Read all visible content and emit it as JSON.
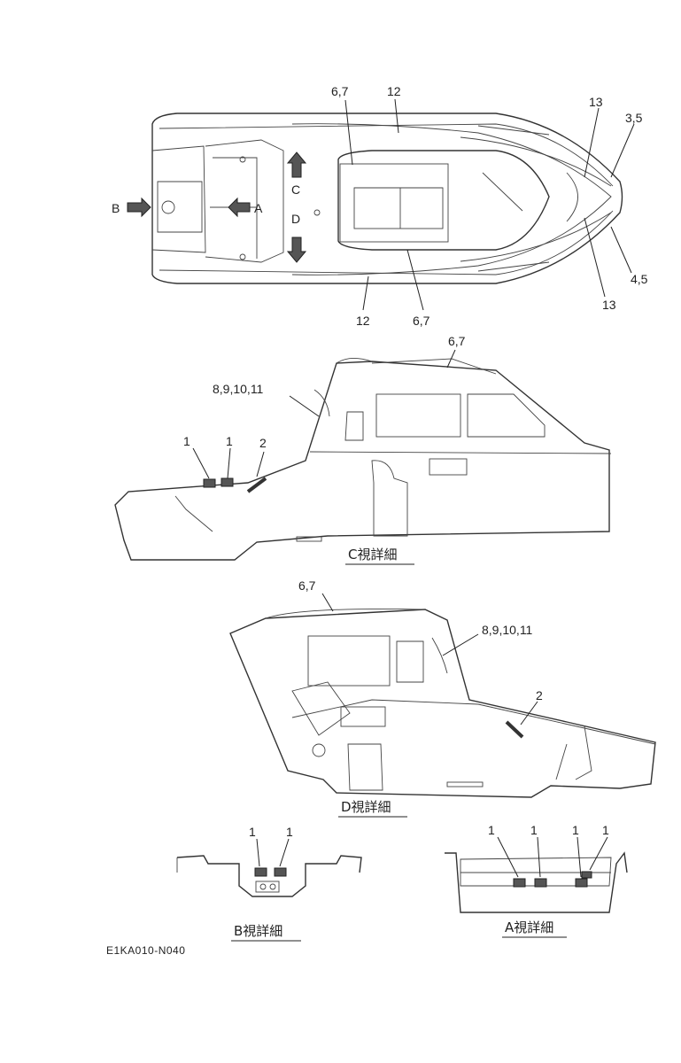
{
  "document_code": "E1KA010-N040",
  "views": {
    "top": {
      "labels": {
        "l_12_top": "12",
        "l_67_top": "6,7",
        "l_13_top": "13",
        "l_35": "3,5",
        "l_45": "4,5",
        "l_13_bot": "13",
        "l_12_bot": "12",
        "l_67_bot": "6,7"
      },
      "arrows": {
        "A": "A",
        "B": "B",
        "C": "C",
        "D": "D"
      }
    },
    "c_view": {
      "caption": "C視詳細",
      "labels": {
        "l_67": "6,7",
        "l_8911": "8,9,10,11",
        "l_1a": "1",
        "l_1b": "1",
        "l_2": "2"
      }
    },
    "d_view": {
      "caption": "D視詳細",
      "labels": {
        "l_67": "6,7",
        "l_8911": "8,9,10,11",
        "l_2": "2"
      }
    },
    "b_view": {
      "caption": "B視詳細",
      "labels": {
        "l_1a": "1",
        "l_1b": "1"
      }
    },
    "a_view": {
      "caption": "A視詳細",
      "labels": {
        "l_1a": "1",
        "l_1b": "1",
        "l_1c": "1",
        "l_1d": "1"
      }
    }
  }
}
